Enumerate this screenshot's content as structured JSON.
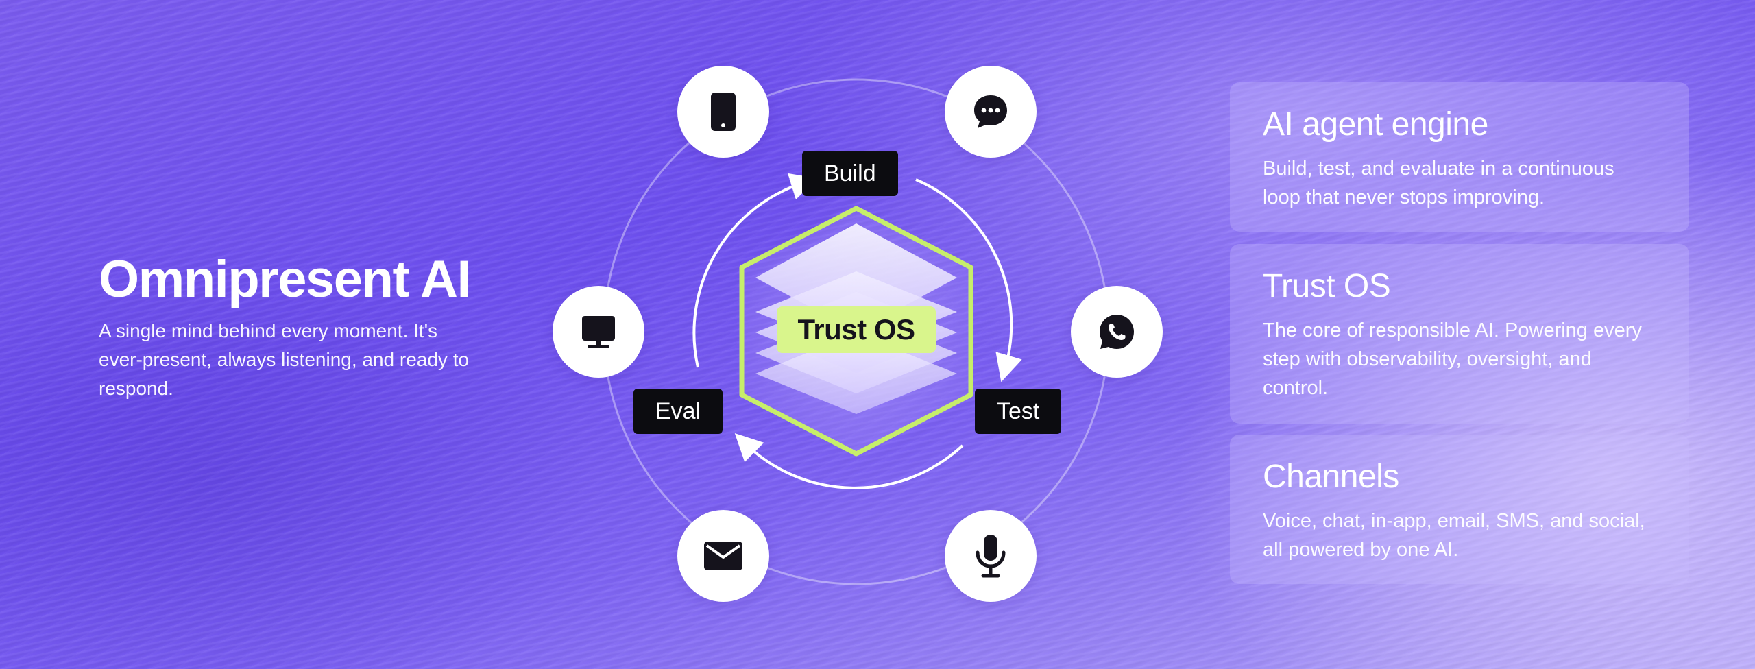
{
  "hero": {
    "title": "Omnipresent AI",
    "description": "A single mind behind every moment. It's ever-present, always listening, and ready to respond."
  },
  "diagram": {
    "core_label": "Trust OS",
    "stages": [
      {
        "id": "build",
        "label": "Build"
      },
      {
        "id": "test",
        "label": "Test"
      },
      {
        "id": "eval",
        "label": "Eval"
      }
    ],
    "channels": [
      {
        "id": "mobile",
        "icon": "mobile-phone-icon"
      },
      {
        "id": "chat",
        "icon": "chat-bubble-icon"
      },
      {
        "id": "whatsapp",
        "icon": "whatsapp-icon"
      },
      {
        "id": "voice",
        "icon": "microphone-icon"
      },
      {
        "id": "email",
        "icon": "envelope-icon"
      },
      {
        "id": "desktop",
        "icon": "monitor-icon"
      }
    ],
    "colors": {
      "core_accent": "#d9f58c",
      "label_bg": "#0c0c10",
      "channel_bg": "#ffffff"
    }
  },
  "cards": [
    {
      "title": "AI agent engine",
      "description": "Build, test, and evaluate in a continuous loop that never stops improving."
    },
    {
      "title": "Trust OS",
      "description": "The core of responsible AI. Powering every step with observability, oversight, and control."
    },
    {
      "title": "Channels",
      "description": "Voice, chat, in-app, email, SMS, and social, all powered by one AI."
    }
  ]
}
